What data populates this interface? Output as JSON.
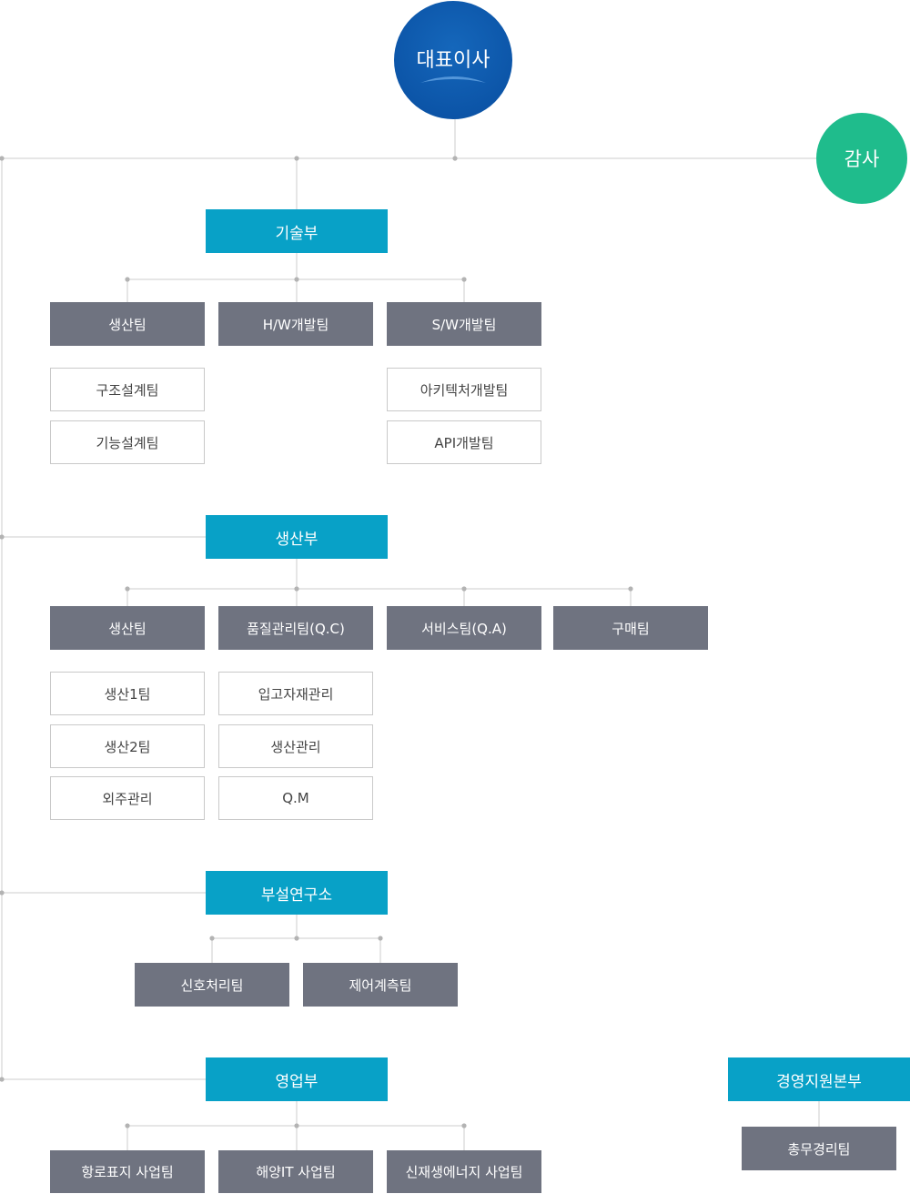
{
  "ceo": "대표이사",
  "audit": "감사",
  "departments": {
    "tech": {
      "label": "기술부",
      "teams": [
        "생산팀",
        "H/W개발팀",
        "S/W개발팀"
      ],
      "subs_left": [
        "구조설계팀",
        "기능설계팀"
      ],
      "subs_right": [
        "아키텍처개발팀",
        "API개발팀"
      ]
    },
    "production": {
      "label": "생산부",
      "teams": [
        "생산팀",
        "품질관리팀(Q.C)",
        "서비스팀(Q.A)",
        "구매팀"
      ],
      "subs_left": [
        "생산1팀",
        "생산2팀",
        "외주관리"
      ],
      "subs_mid": [
        "입고자재관리",
        "생산관리",
        "Q.M"
      ]
    },
    "lab": {
      "label": "부설연구소",
      "teams": [
        "신호처리팀",
        "제어계측팀"
      ]
    },
    "sales": {
      "label": "영업부",
      "teams": [
        "항로표지 사업팀",
        "해양IT 사업팀",
        "신재생에너지 사업팀"
      ]
    },
    "management": {
      "label": "경영지원본부",
      "teams": [
        "총무경리팀"
      ]
    }
  },
  "colors": {
    "ceo": "#0c55a8",
    "audit": "#1fbc8c",
    "department": "#08a1c7",
    "team": "#6f7380",
    "connector": "#cccccc",
    "node": "#b3b3b3"
  }
}
